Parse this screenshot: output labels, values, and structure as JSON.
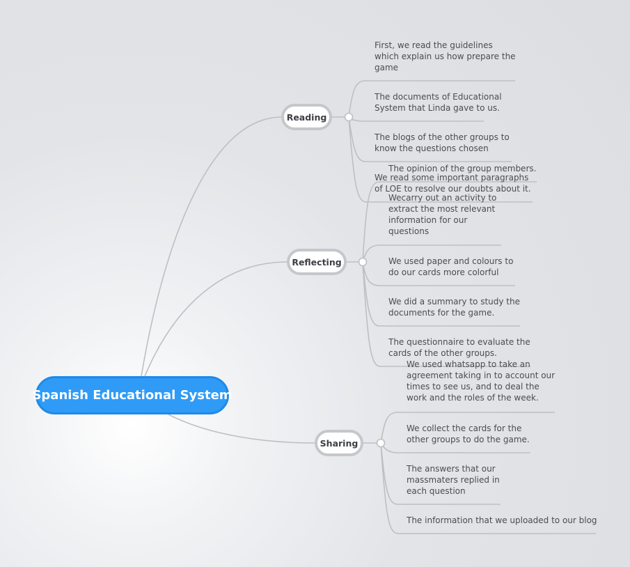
{
  "root": {
    "label": "Spanish Educational System"
  },
  "branches": [
    {
      "label": "Reading",
      "items": [
        "First, we read the guidelines\nwhich explain us how prepare the\ngame",
        "The documents of Educational\nSystem that Linda gave to us.",
        "The blogs of the other groups to\nknow the questions chosen",
        "We read some important paragraphs\nof LOE to resolve our doubts about it."
      ]
    },
    {
      "label": "Reflecting",
      "items": [
        "The opinion of the group members.",
        "Wecarry out an activity  to\nextract the most relevant\ninformation for our\nquestions",
        "We used paper and colours to\ndo our cards more colorful",
        "We did a summary to study the\ndocuments for the game.",
        "The questionnaire to evaluate the\ncards of the other groups."
      ]
    },
    {
      "label": "Sharing",
      "items": [
        "We used whatsapp to take an\nagreement taking in to account our\ntimes to see us, and to deal the\nwork and the roles of the week.",
        "We collect the cards for the\nother groups to do the game.",
        "The answers that our\nmassmaters replied in\neach question",
        "The information that we uploaded to our blog"
      ]
    }
  ]
}
